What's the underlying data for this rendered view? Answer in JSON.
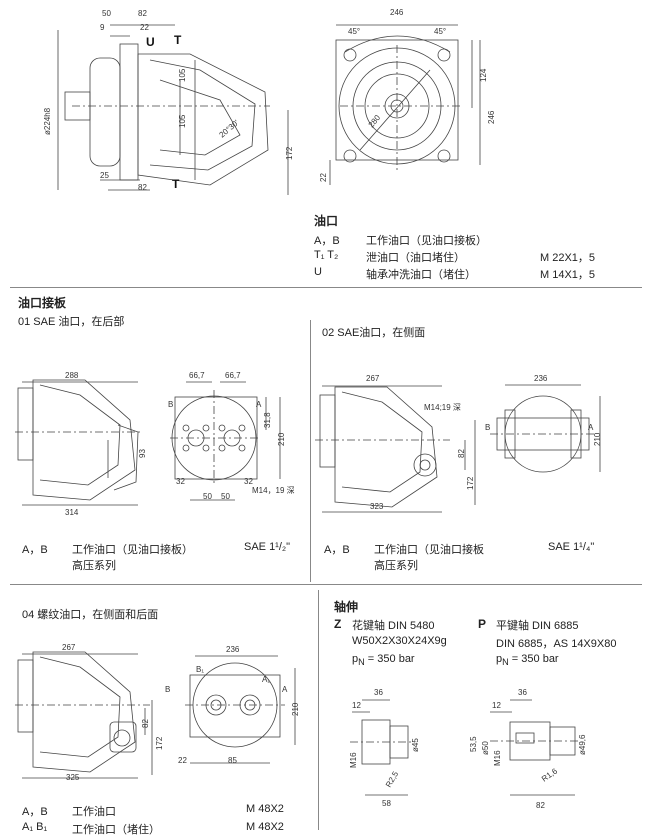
{
  "top": {
    "oil_ports_title": "油口",
    "rows": [
      {
        "code": "A，B",
        "desc": "工作油口（见油口接板）",
        "value": ""
      },
      {
        "code": "T₁ T₂",
        "desc": "泄油口（油口堵住）",
        "value": "M  22X1，5"
      },
      {
        "code": "U",
        "desc": "轴承冲洗油口（堵住）",
        "value": "M  14X1，5"
      }
    ],
    "dims_left": [
      "50",
      "82",
      "9",
      "22",
      "U",
      "T",
      "105",
      "105",
      "ø224h8",
      "25",
      "82",
      "T",
      "172",
      "20°30'"
    ],
    "dims_right": [
      "246",
      "45°",
      "45°",
      "124",
      "246",
      "280",
      "22"
    ]
  },
  "plate_section": {
    "title": "油口接板",
    "sec01_title": "01 SAE 油口，在后部",
    "sec02_title": "02  SAE油口，在侧面",
    "dims01": [
      "288",
      "314",
      "93",
      "66,7",
      "66,7",
      "31,8",
      "210",
      "B",
      "A",
      "32",
      "32",
      "50",
      "50",
      "M14，19 深"
    ],
    "dims02": [
      "267",
      "323",
      "82",
      "172",
      "M14;19 深",
      "236",
      "210",
      "B",
      "A"
    ],
    "legend01": {
      "code": "A，B",
      "desc1": "工作油口（见油口接板）",
      "desc2": "高压系列",
      "value": "SAE  1¹/₂\""
    },
    "legend02": {
      "code": "A，B",
      "desc1": "工作油口（见油口接板",
      "desc2": "高压系列",
      "value": "SAE  1¹/₄\""
    }
  },
  "sec04": {
    "title": "04 螺纹油口，在侧面和后面",
    "dims": [
      "267",
      "325",
      "82",
      "172",
      "236",
      "210",
      "B₁",
      "A₁",
      "B",
      "A",
      "22",
      "85"
    ],
    "rows": [
      {
        "code": "A，B",
        "desc": "工作油口",
        "value": "M 48X2"
      },
      {
        "code": "A₁ B₁",
        "desc": "工作油口（堵住）",
        "value": "M 48X2"
      }
    ]
  },
  "shaft": {
    "title": "轴伸",
    "z_letter": "Z",
    "z_line1": "花键轴  DIN  5480",
    "z_line2": "W50X2X30X24X9g",
    "z_line3": "p<sub>N</sub> = 350  bar",
    "p_letter": "P",
    "p_line1": "平键轴  DIN  6885",
    "p_line2": "DIN  6885，AS  14X9X80",
    "p_line3": "p<sub>N</sub> = 350  bar",
    "dims_z": [
      "36",
      "12",
      "ø45",
      "M16",
      "R2,5",
      "58"
    ],
    "dims_p": [
      "36",
      "12",
      "53,5",
      "ø50",
      "ø49,6",
      "M16",
      "R1,6",
      "82"
    ]
  }
}
